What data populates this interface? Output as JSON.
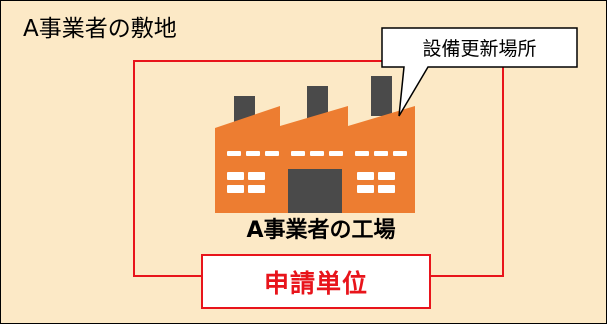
{
  "site": {
    "label": "A事業者の敷地"
  },
  "callout": {
    "label": "設備更新場所"
  },
  "factory": {
    "label": "A事業者の工場"
  },
  "unit": {
    "label": "申請単位"
  },
  "colors": {
    "site_fill": "#fce9c6",
    "boundary_red": "#e8141b",
    "factory_orange": "#ed7d31",
    "factory_dark": "#4a4a4a"
  }
}
